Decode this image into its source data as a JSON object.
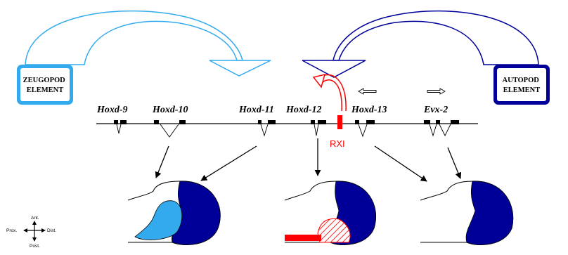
{
  "elements": {
    "zeugopod": "ZEUGOPOD\nELEMENT",
    "autopod": "AUTOPOD\nELEMENT"
  },
  "genes": [
    "Hoxd-9",
    "Hoxd-10",
    "Hoxd-11",
    "Hoxd-12",
    "Hoxd-13",
    "Evx-2"
  ],
  "rxi": "RXI",
  "compass": {
    "ant": "Ant.",
    "post": "Post.",
    "prox": "Prox.",
    "dist": "Dist."
  },
  "colors": {
    "zeugopod": "#33aaee",
    "autopod": "#000099",
    "rxi": "#ff0000",
    "black": "#000000"
  }
}
